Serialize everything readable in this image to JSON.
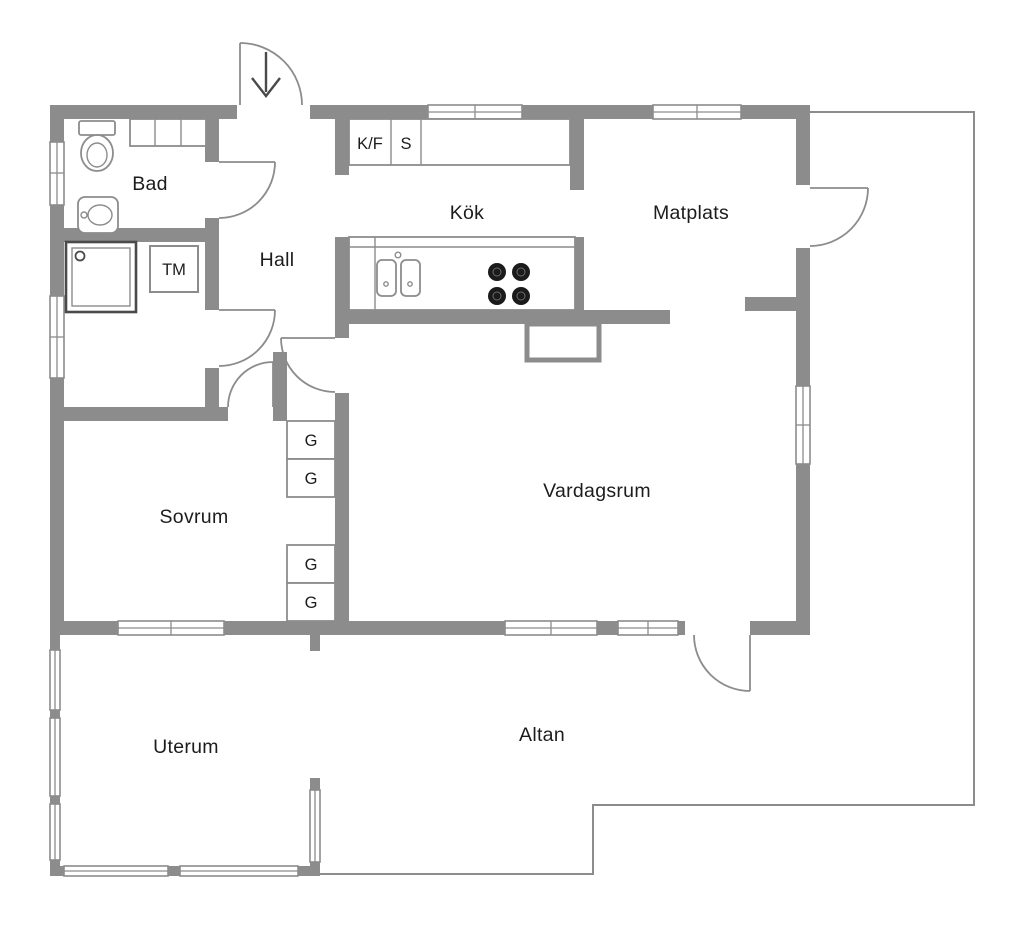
{
  "page": {
    "background": "#ffffff"
  },
  "plan": {
    "rooms": {
      "bad": {
        "label": "Bad"
      },
      "hall": {
        "label": "Hall"
      },
      "kok": {
        "label": "Kök"
      },
      "matplats": {
        "label": "Matplats"
      },
      "sovrum": {
        "label": "Sovrum"
      },
      "vardagsrum": {
        "label": "Vardagsrum"
      },
      "uterum": {
        "label": "Uterum"
      },
      "altan": {
        "label": "Altan"
      }
    },
    "fixtures": {
      "tm": {
        "label": "TM"
      },
      "kf": {
        "label": "K/F"
      },
      "s": {
        "label": "S"
      },
      "g": {
        "label": "G"
      }
    },
    "colors": {
      "wall": "#8c8c8c",
      "line": "#8c8c8c",
      "dark_accent": "#4a4a4a",
      "text": "#1c1c1e",
      "background": "#ffffff"
    }
  }
}
